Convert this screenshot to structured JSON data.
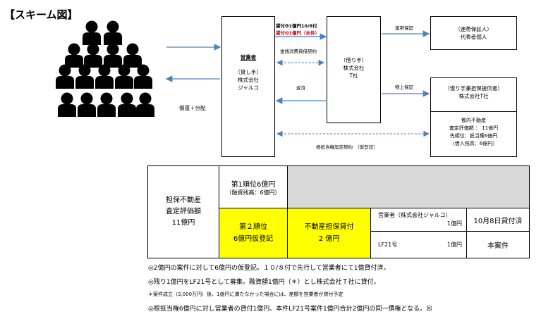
{
  "title": "【スキーム図】",
  "crowd_label": "償還＋分配",
  "dealer_box": {
    "heading": "営業者",
    "line1": "（貸し手）",
    "line2": "株式会社",
    "line3": "ジャルコ"
  },
  "top_arrow_labels": {
    "line1": "貸付❶1億円10/8付",
    "line2": "貸付❷1億円（本件）"
  },
  "loan_contract_label": "金銭消費貸借契約",
  "repay_label": "返済",
  "mortgage_label": "根抵当権設定契約　（仮登記）",
  "borrower_box": {
    "line1": "（借り手）",
    "line2": "株式会社",
    "line3": "T社"
  },
  "joint_guarantee_label": "連帯保証",
  "real_guarantee_label": "物上保証",
  "guarantor_box": {
    "line1": "（連帯保証人）",
    "line2": "代表者個人"
  },
  "collateral_provider_box": {
    "line1": "（借り手兼担保提供者）",
    "line2": "株式会社T社"
  },
  "property_box": {
    "line1": "都内不動産",
    "line2": "査定評価額 ： 11億円",
    "line3": "先順位：抵当権6億円",
    "line4": "（借入残高：6億円）"
  },
  "table": {
    "assess_line1": "担保不動産",
    "assess_line2": "査定評価額",
    "assess_line3": "11億円",
    "first_rank_line1": "第1順位6億円",
    "first_rank_line2": "（融資残高：6億円）",
    "second_rank_line1": "第２順位",
    "second_rank_line2": "6億円仮登記",
    "secured_loan_line1": "不動産担保貸付",
    "secured_loan_line2": "2 億円",
    "dealer_cell_line1": "営業者（株式会社ジャルコ）",
    "dealer_cell_line2": "1億円",
    "lf21_name": "LF21号",
    "lf21_amount": "1億円",
    "oct8_label": "10月8日貸付済",
    "this_case_label": "本案件"
  },
  "notes": [
    "◎2億円の案件に対して6億円の仮登記。１０/８付で先行して営業者にて1億貸付済。",
    "◎残り1億円をLF21号として募集。融資額1億円（＊）とし株式会社Ｔ社に貸付。",
    "＊案件成立（3,000万円）後、1億円に満たなかった場合には、差額を営業者が貸付予定",
    "◎根抵当権6億円に対し営業者の貸付1億円、本件LF21号案件1億円合計2億円の同一債権となる。☒"
  ],
  "colors": {
    "solid_arrow": "#4f81bd",
    "dashed_arrow": "#4f81bd",
    "highlight": "#ffff00",
    "gray_cell": "#d9d9d9",
    "red_text": "#cc0000"
  }
}
